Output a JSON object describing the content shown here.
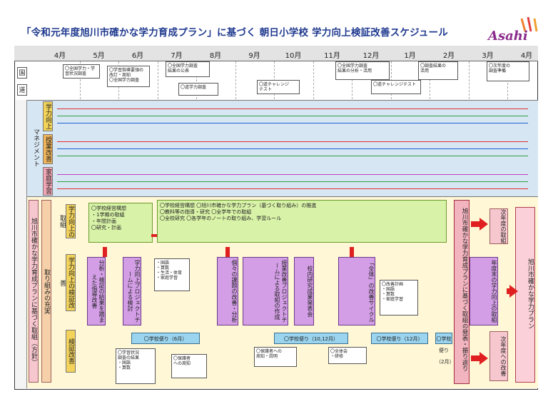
{
  "title": "「令和元年度旭川市確かな学力育成プラン」に基づく 朝日小学校 学力向上検証改善スケジュール",
  "logo_text": "Asahi",
  "months": [
    "4月",
    "5月",
    "6月",
    "7月",
    "8月",
    "9月",
    "10月",
    "11月",
    "12月",
    "1月",
    "2月",
    "3月",
    "4月"
  ],
  "row_labels": {
    "row1": "国",
    "row2": "道",
    "section2": "マネジメント",
    "section3_outer": "旭川市確かな学力育成プランに基づく取組（方針）",
    "section3_inner": "取り組みの充実"
  },
  "side_tags": [
    "学力向上",
    "授業改善",
    "家庭学習"
  ],
  "lower_tags": [
    "学力向上の取組",
    "学力向上の検証改善",
    "検証改善"
  ],
  "green_box": {
    "line1": "〇学校経営構想  〇旭川市確かな学力プラン（基づく取り組み）の推進",
    "line2": "〇教科等の指導・研究  〇全学年での取組",
    "line3": "〇全校研究  〇各学年のノートの取り組み、学習ルール"
  },
  "purple_boxes": [
    "分析・検証の結果を踏まえた指導改善",
    "学力向上プロジェクトチームによる検討",
    "個々の課題の改善・分析",
    "授業改善プロジェクトチームによる取組の作成",
    "校内研究成果発表会",
    "「全体」の改善サイクル",
    "年度末の学力向上の取組"
  ],
  "blue_boxes": [
    "〇学校便り（6月）",
    "〇学校便り（10,12月）",
    "〇学校便り（12月）",
    "〇学校便り（2月）"
  ],
  "red_vertical_1": "旭川市確かな学力育成プランに基づく取組の発表・振り返り",
  "red_vertical_2": "旭川市確かな学力プラン",
  "pink_boxes": [
    "次年度の取組",
    "次年度への改善"
  ],
  "colors": {
    "line_red": "#e03030",
    "line_green": "#2ea043",
    "line_blue": "#2060d0",
    "line_magenta": "#c040c0",
    "title": "#203a8f"
  }
}
